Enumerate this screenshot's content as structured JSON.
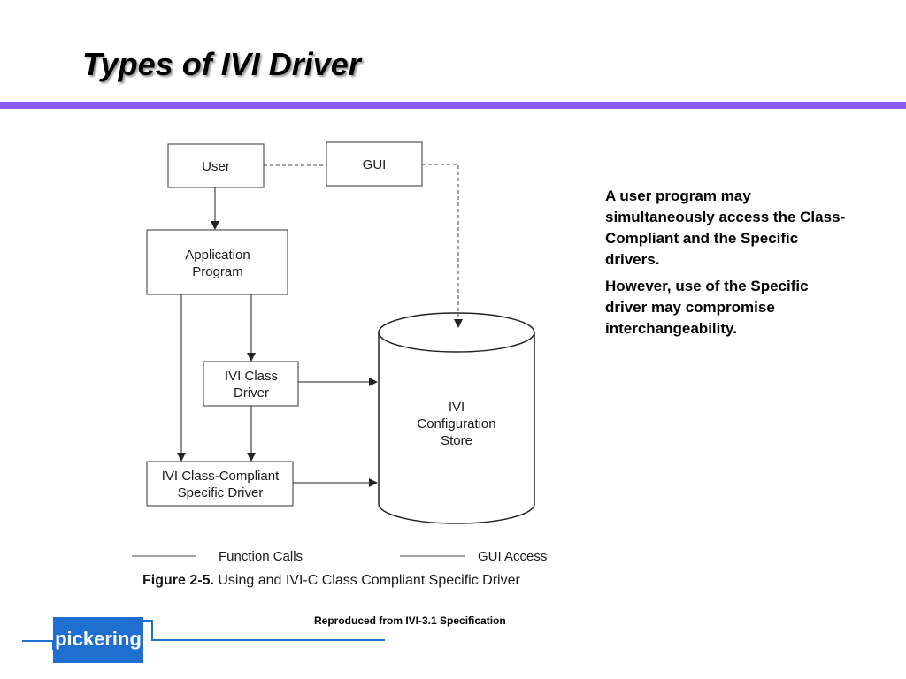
{
  "slide": {
    "title": "Types of IVI Driver",
    "accent_color": "#8a5cf0"
  },
  "diagram": {
    "nodes": {
      "user": "User",
      "gui": "GUI",
      "app_line1": "Application",
      "app_line2": "Program",
      "class_line1": "IVI Class",
      "class_line2": "Driver",
      "specific_line1": "IVI Class-Compliant",
      "specific_line2": "Specific Driver",
      "store_line1": "IVI",
      "store_line2": "Configuration",
      "store_line3": "Store"
    },
    "legend": {
      "function_calls": "Function Calls",
      "gui_access": "GUI Access"
    },
    "caption_prefix": "Figure 2-5.",
    "caption_text": " Using and IVI-C Class Compliant Specific Driver"
  },
  "notes": {
    "paragraph1": "A user program may simultaneously access the Class-Compliant and the Specific drivers.",
    "paragraph2": "However, use of the Specific driver may compromise interchangeability."
  },
  "credit": "Reproduced from IVI-3.1 Specification",
  "logo": {
    "text": "pickering",
    "color": "#1e6fd0"
  }
}
